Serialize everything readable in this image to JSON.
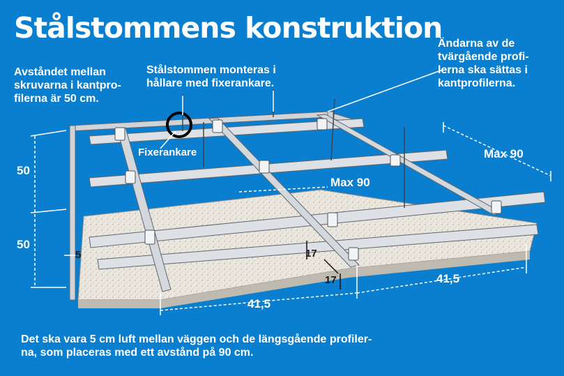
{
  "title": "Stålstommens konstruktion",
  "notes": {
    "screw_spacing": "Avståndet mellan\nskruvarna i kantpro-\nfilerna är 50 cm.",
    "mounting": "Stålstommen monteras i\nhållare med fixerankare.",
    "ends": "Ändarna av de\ntvärgående profi-\nlerna ska sättas i\nkantprofilerna.",
    "bottom": "Det ska vara 5 cm luft mellan väggen och de längsgående profiler-\nna, som placeras med ett avstånd på 90 cm."
  },
  "labels": {
    "fixerankare": "Fixerankare",
    "max90_right": "Max 90",
    "max90_center": "Max 90",
    "dim_50_top": "50",
    "dim_50_bottom": "50",
    "dim_5": "5",
    "dim_17_a": "17",
    "dim_17_b": "17",
    "dim_415_left": "41,5",
    "dim_415_right": "41,5"
  },
  "colors": {
    "background": "#0a7fd0",
    "profile": "#d9dde2",
    "profile_edge": "#6f7780",
    "board": "#e8e4dc",
    "ceiling_frame": "#c7ccd2",
    "text": "#ffffff",
    "highlight_circle": "#000000"
  }
}
